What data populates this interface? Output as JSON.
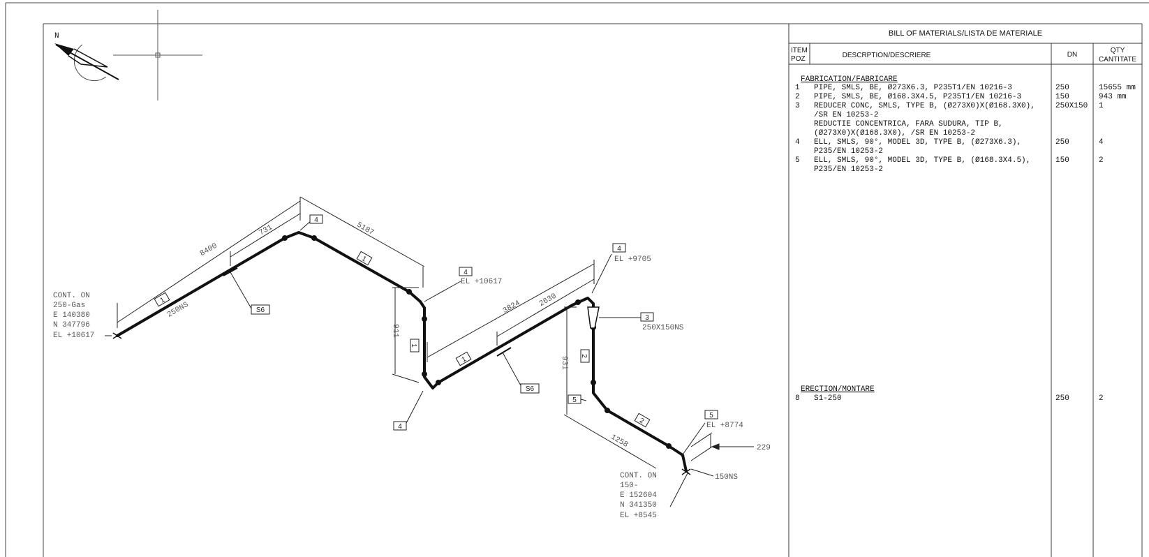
{
  "bom": {
    "title": "BILL OF MATERIALS/LISTA DE MATERIALE",
    "headers": {
      "item_line1": "ITEM",
      "item_line2": "POZ",
      "description": "DESCRPTION/DESCRIERE",
      "dn": "DN",
      "qty_line1": "QTY",
      "qty_line2": "CANTITATE"
    },
    "fabrication_heading": "FABRICATION/FABRICARE",
    "rows": [
      {
        "item": "1",
        "lines": [
          "PIPE, SMLS, BE, Ø273X6.3, P235T1/EN 10216-3"
        ],
        "dn": "250",
        "qty": "15655 mm"
      },
      {
        "item": "2",
        "lines": [
          "PIPE, SMLS, BE, Ø168.3X4.5, P235T1/EN 10216-3"
        ],
        "dn": "150",
        "qty": "943 mm"
      },
      {
        "item": "3",
        "lines": [
          "REDUCER CONC, SMLS, TYPE B, (Ø273X0)X(Ø168.3X0),",
          "/SR EN 10253-2",
          "REDUCTIE CONCENTRICA, FARA SUDURA, TIP B,",
          "(Ø273X0)X(Ø168.3X0), /SR EN 10253-2"
        ],
        "dn": "250X150",
        "qty": "1"
      },
      {
        "item": "4",
        "lines": [
          "ELL, SMLS, 90°, MODEL 3D, TYPE B, (Ø273X6.3),",
          "P235/EN 10253-2"
        ],
        "dn": "250",
        "qty": "4"
      },
      {
        "item": "5",
        "lines": [
          "ELL, SMLS, 90°, MODEL 3D, TYPE B, (Ø168.3X4.5),",
          "P235/EN 10253-2"
        ],
        "dn": "150",
        "qty": "2"
      }
    ],
    "erection_heading": "ERECTION/MONTARE",
    "erection_rows": [
      {
        "item": "8",
        "desc": "S1-250",
        "dn": "250",
        "qty": "2"
      }
    ]
  },
  "drawing": {
    "north_label": "N",
    "start_cont": {
      "line1": "CONT. ON",
      "line2": "250-Gas",
      "line3": "E 140380",
      "line4": "N 347796",
      "line5": "EL +10617"
    },
    "end_cont": {
      "line1": "CONT. ON",
      "line2": "150-",
      "line3": "E 152604",
      "line4": "N 341350",
      "line5": "EL +8545"
    },
    "dims": {
      "d8400": "8400",
      "d731": "731",
      "d5187": "5187",
      "d911": "911",
      "d3824": "3824",
      "d2630": "2630",
      "d931": "931",
      "d1258": "1258",
      "d229": "229"
    },
    "labels": {
      "size_250ns": "250NS",
      "size_250x150ns": "250X150NS",
      "size_150ns": "150NS",
      "el_10617": "EL +10617",
      "el_9705": "EL +9705",
      "el_8774": "EL +8774",
      "support_s6": "S6"
    },
    "tags": {
      "t1": "1",
      "t2": "2",
      "t3": "3",
      "t4": "4",
      "t5": "5"
    }
  }
}
